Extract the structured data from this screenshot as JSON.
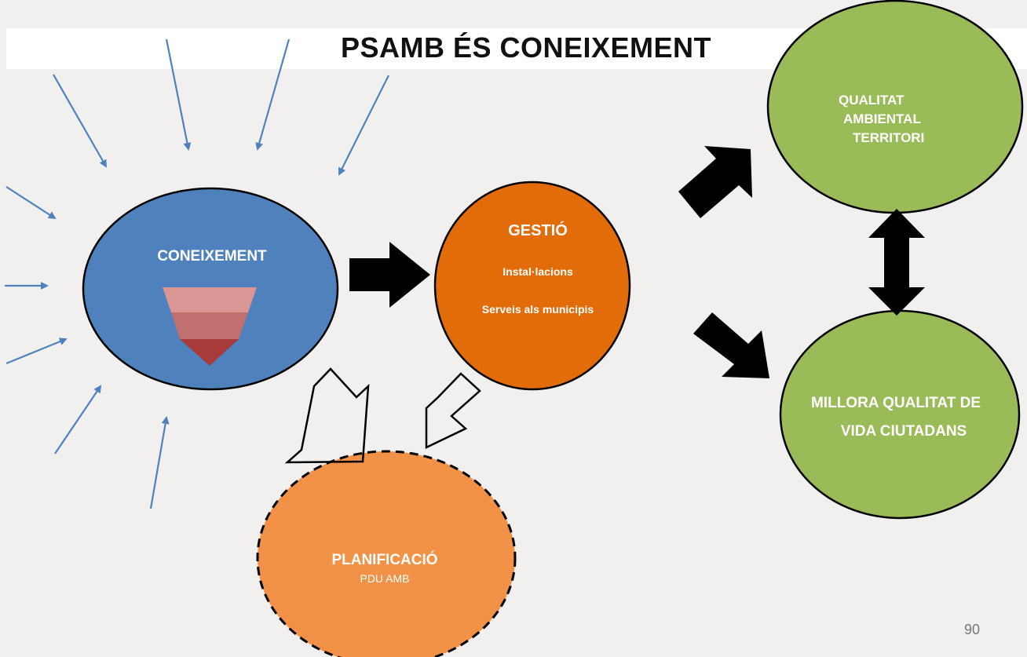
{
  "slide": {
    "title": "PSAMB ÉS CONEIXEMENT",
    "page_number": "90"
  },
  "nodes": {
    "coneixement": {
      "label": "CONEIXEMENT",
      "color": "#4f81bd"
    },
    "gestio": {
      "label": "GESTIÓ",
      "items": [
        "Instal·lacions",
        "Serveis als municipis"
      ],
      "color": "#e36c0a"
    },
    "qualitat_ambiental": {
      "lines": [
        "QUALITAT",
        "AMBIENTAL",
        "TERRITORI"
      ],
      "color": "#9bbb59"
    },
    "millora": {
      "lines": [
        "MILLORA QUALITAT DE",
        "VIDA CIUTADANS"
      ],
      "color": "#9bbb59"
    },
    "planificacio": {
      "label": "PLANIFICACIÓ",
      "sublabel": "PDU AMB",
      "color": "#f79646"
    }
  },
  "colors": {
    "input_arrow": "#4f81bd",
    "pyramid": [
      "#d99694",
      "#c0706e",
      "#a93a3a"
    ],
    "flow_arrow": "#000000",
    "background": "#f2f0ef"
  }
}
